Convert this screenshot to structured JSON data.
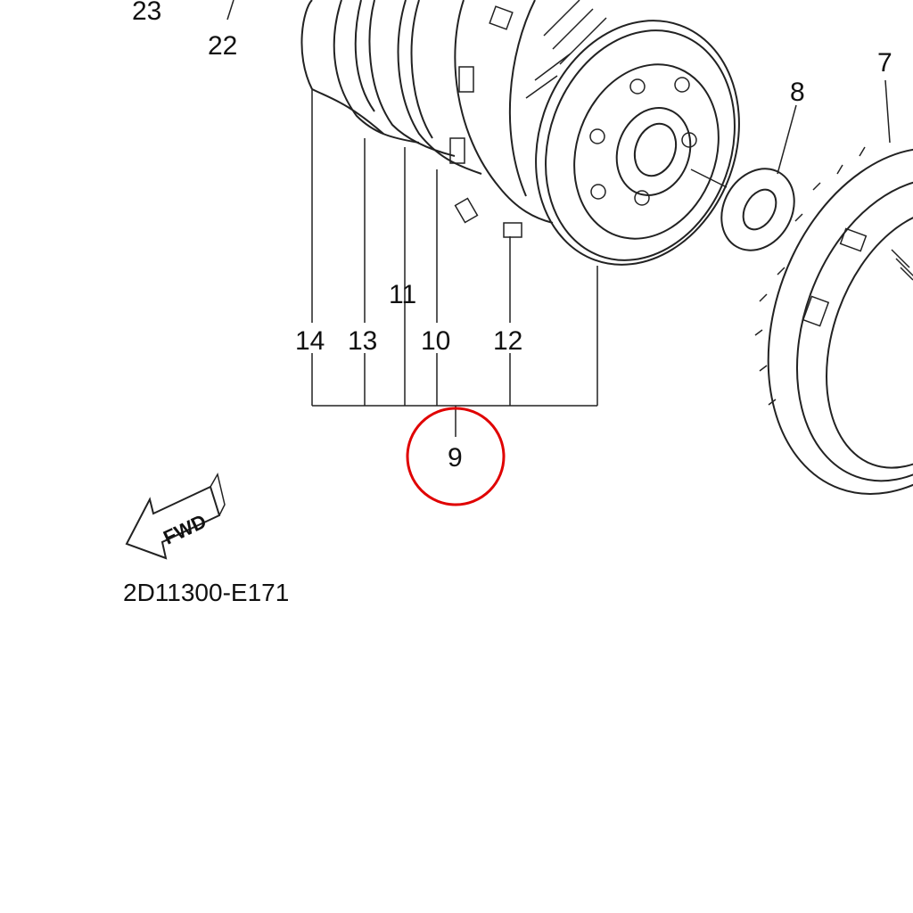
{
  "diagram": {
    "callouts": {
      "c23": "23",
      "c22": "22",
      "c7": "7",
      "c8": "8",
      "c11": "11",
      "c14": "14",
      "c13": "13",
      "c10": "10",
      "c12": "12",
      "c9": "9"
    },
    "fwd_label": "FWD",
    "drawing_code": "2D11300-E171",
    "highlight_color": "#e00000"
  }
}
